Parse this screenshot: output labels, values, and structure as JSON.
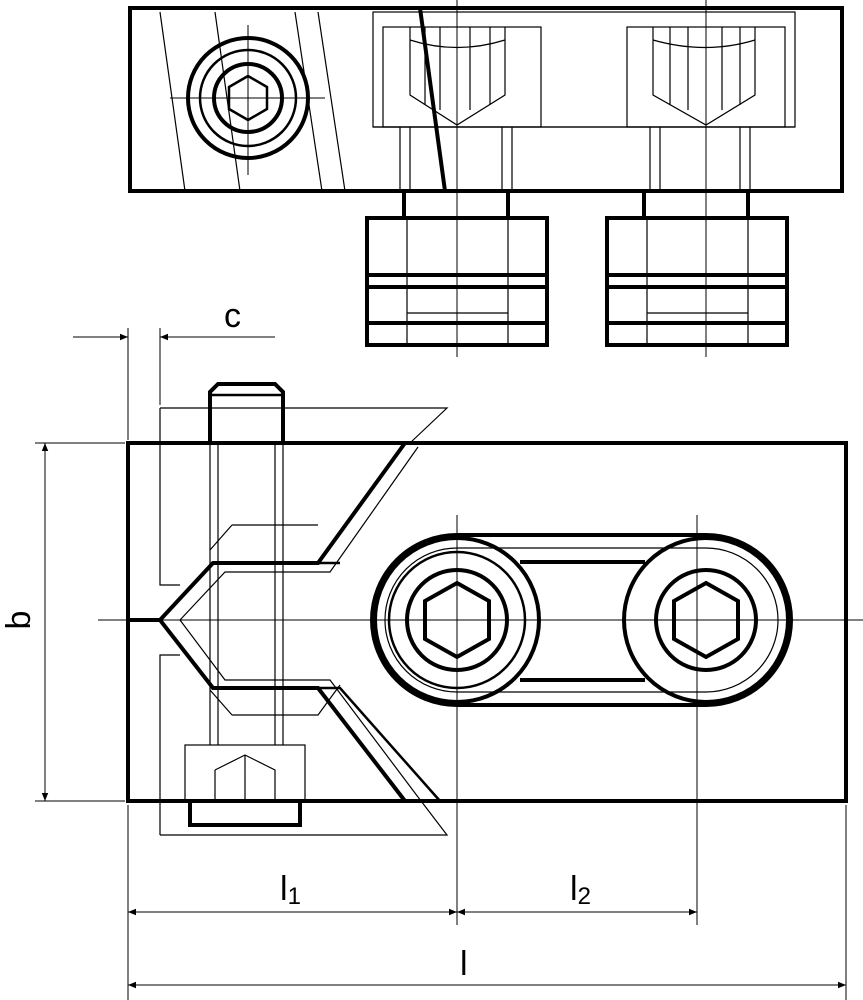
{
  "dimensions": {
    "c": {
      "label": "c"
    },
    "b": {
      "label": "b"
    },
    "l1": {
      "label": "l",
      "sub": "1"
    },
    "l2": {
      "label": "l",
      "sub": "2"
    },
    "l": {
      "label": "l"
    }
  },
  "colors": {
    "line": "#000000",
    "background": "#ffffff"
  }
}
